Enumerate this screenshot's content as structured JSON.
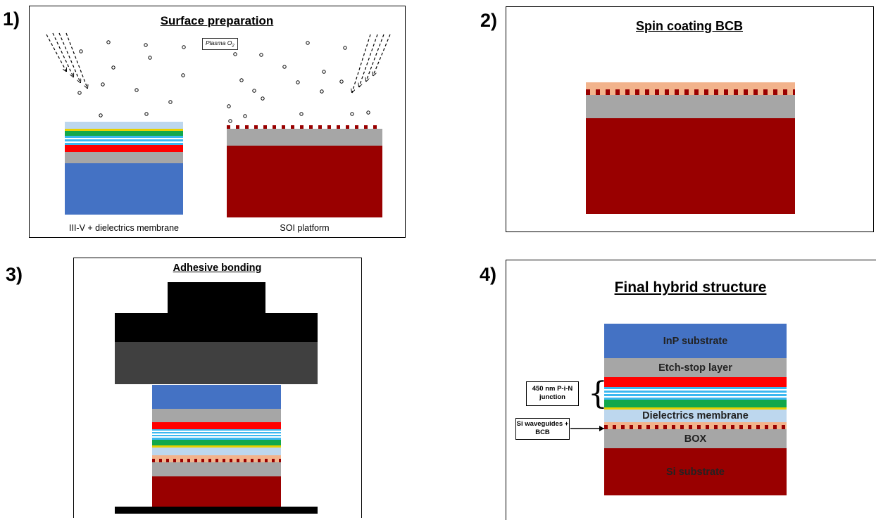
{
  "panels": {
    "p1": {
      "number": "1)",
      "title": "Surface preparation",
      "plasma_label": "Plasma O",
      "plasma_subscript": "2",
      "caption_left": "III-V + dielectrics membrane",
      "caption_right": "SOI platform"
    },
    "p2": {
      "number": "2)",
      "title": "Spin coating BCB"
    },
    "p3": {
      "number": "3)",
      "title": "Adhesive bonding"
    },
    "p4": {
      "number": "4)",
      "title": "Final hybrid structure",
      "layers": {
        "inp": "InP substrate",
        "etch": "Etch-stop layer",
        "dielectric": "Dielectrics membrane",
        "box": "BOX",
        "si": "Si substrate"
      },
      "callout_junction": "450 nm P-i-N junction",
      "callout_waveguides": "Si waveguides + BCB"
    }
  },
  "colors": {
    "inp_blue": "#4472c4",
    "grey": "#a6a6a6",
    "si_red": "#990000",
    "bcb_peach": "#f2b38c",
    "dielectric_light_blue": "#bdd7ee",
    "green": "#12a84b",
    "red": "#ff0000",
    "yellow": "#e8d000",
    "cyan": "#3bb8f0",
    "dark_grey": "#404040",
    "black": "#000000"
  }
}
